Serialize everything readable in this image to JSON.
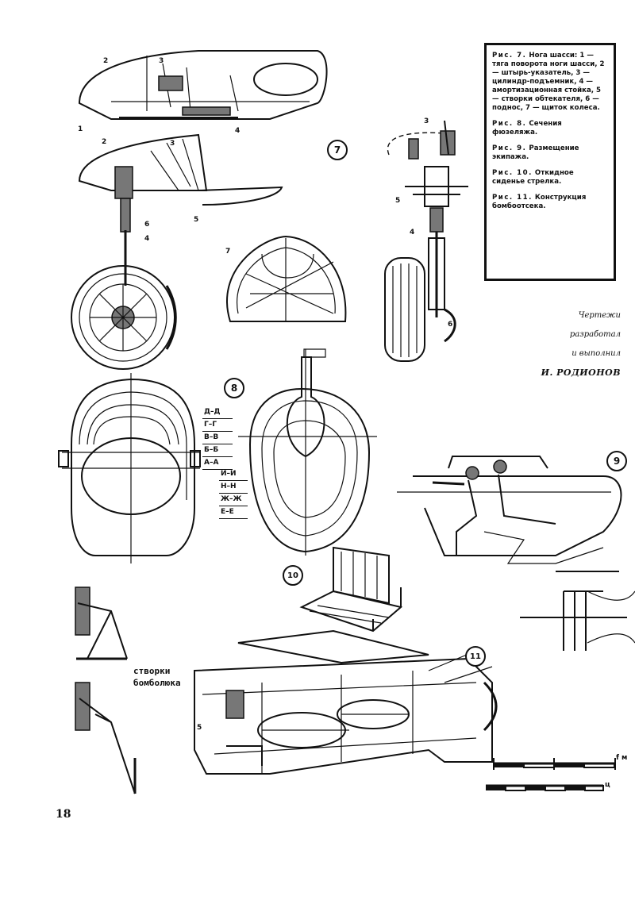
{
  "caption": {
    "fig7": {
      "label": "Рис. 7.",
      "title": "Нога шасси:",
      "text": "1 — тяга поворота ноги шасси, 2 — штырь-указатель, 3 — цилиндр-подъемник, 4 — амортизационная стойка, 5 — створки обтекателя, 6 — поднос, 7 — щиток колеса."
    },
    "fig8": {
      "label": "Рис. 8.",
      "text": "Сечения фюзеляжа."
    },
    "fig9": {
      "label": "Рис. 9.",
      "text": "Размещение экипажа."
    },
    "fig10": {
      "label": "Рис. 10.",
      "text": "Откидное сиденье стрелка."
    },
    "fig11": {
      "label": "Рис. 11.",
      "text": "Конструкция бомбоотсека."
    }
  },
  "credits": {
    "line1": "Чертежи",
    "line2": "разработал",
    "line3": "и выполнил",
    "author": "И. РОДИОНОВ"
  },
  "figure_numbers": {
    "n7": "7",
    "n8": "8",
    "n9": "9",
    "n10": "10",
    "n11": "11"
  },
  "section_labels_right": [
    "Д–Д",
    "Г–Г",
    "В–В",
    "Б–Б",
    "А–А"
  ],
  "section_labels_left": [
    "И–И",
    "Н–Н",
    "Ж–Ж",
    "Е–Е"
  ],
  "part_labels": {
    "p1": "1",
    "p2": "2",
    "p3": "3",
    "p4": "4",
    "p5": "5",
    "p6": "6",
    "p7": "7",
    "q2": "2",
    "q3": "3",
    "q4": "4",
    "q5": "5",
    "r3": "3",
    "r4": "4",
    "r5": "5",
    "r6": "6",
    "s5": "5"
  },
  "bomb_bay_label": {
    "line1": "створки",
    "line2": "бомболюка"
  },
  "scale": {
    "end_a": "f м",
    "end_b": "ц"
  },
  "page_number": "18"
}
